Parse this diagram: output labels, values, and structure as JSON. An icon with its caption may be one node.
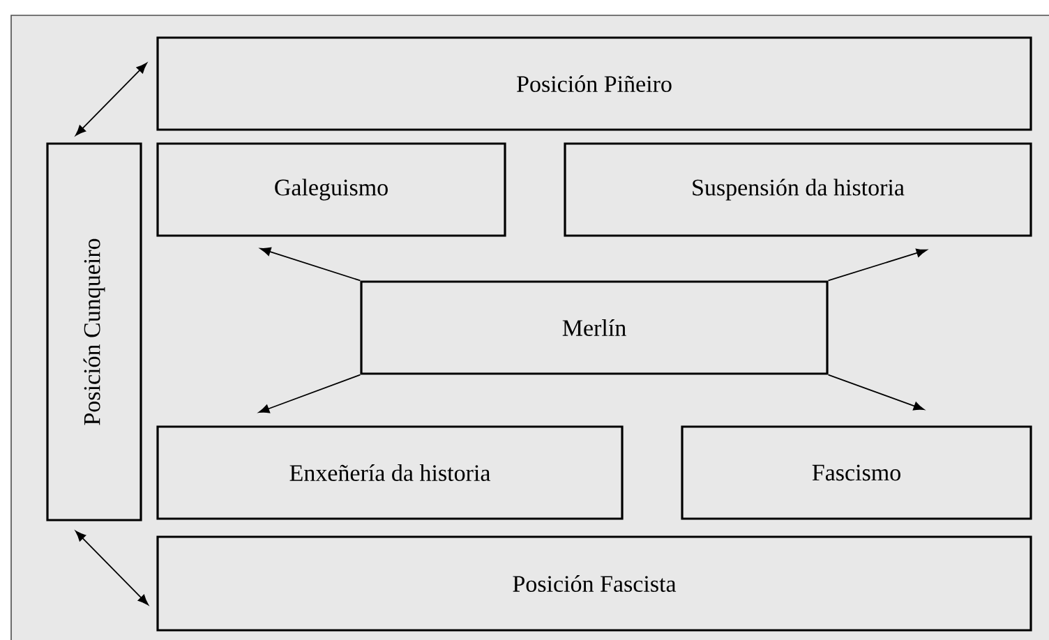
{
  "diagram": {
    "nodes": [
      {
        "text": [
          "Posición Piñeiro"
        ]
      },
      {
        "text": [
          "Posición Cunqueiro"
        ]
      },
      {
        "text": [
          "Galeguismo"
        ]
      },
      {
        "text": [
          "Suspensión da historia"
        ]
      },
      {
        "text": [
          "Merlín"
        ]
      },
      {
        "text": [
          "Enxeñería da historia"
        ]
      },
      {
        "text": [
          "Fascismo"
        ]
      },
      {
        "text": [
          "Posición Fascista"
        ]
      }
    ],
    "edges": [
      {
        "from": 1,
        "to": 0,
        "arrow": "both"
      },
      {
        "from": 1,
        "to": 7,
        "arrow": "both"
      },
      {
        "from": 4,
        "to": 2,
        "arrow": "to"
      },
      {
        "from": 4,
        "to": 3,
        "arrow": "to"
      },
      {
        "from": 4,
        "to": 5,
        "arrow": "to"
      },
      {
        "from": 4,
        "to": 6,
        "arrow": "to"
      }
    ]
  }
}
